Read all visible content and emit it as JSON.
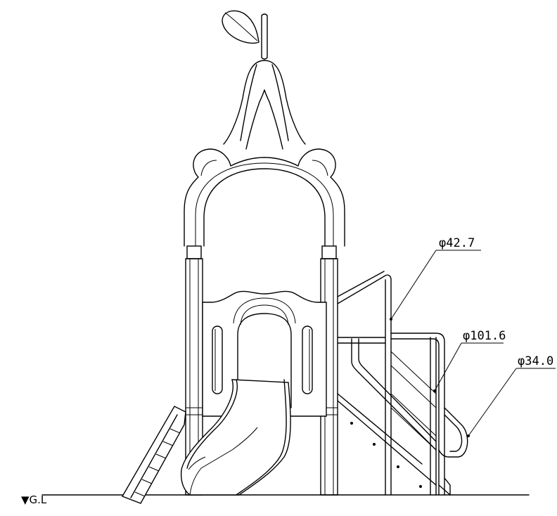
{
  "dimensions": [
    {
      "id": "dim-42",
      "label": "φ42.7"
    },
    {
      "id": "dim-101",
      "label": "φ101.6"
    },
    {
      "id": "dim-34",
      "label": "φ34.0"
    }
  ],
  "ground_label": "▼G.L"
}
